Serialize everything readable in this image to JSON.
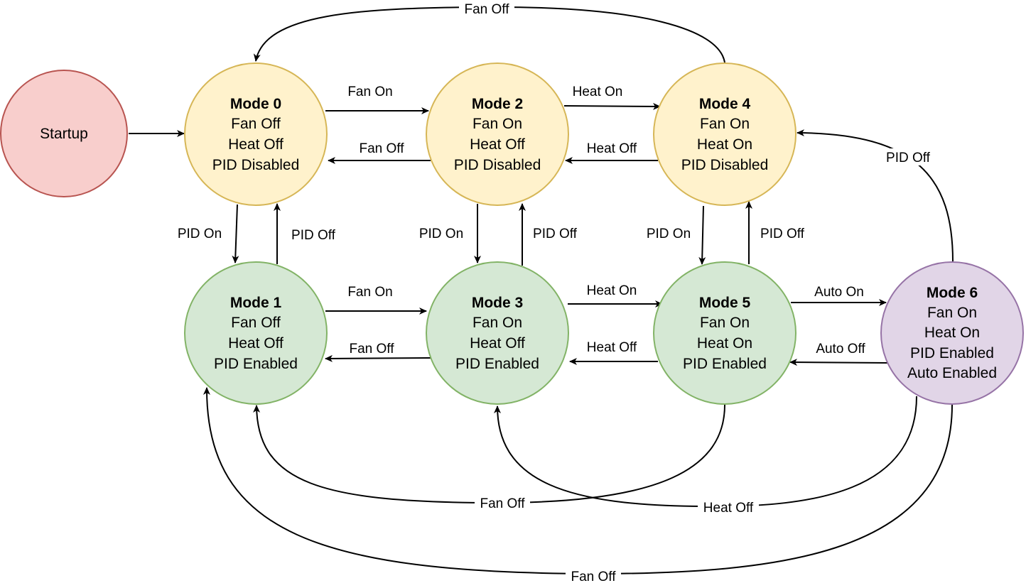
{
  "colors": {
    "startup_fill": "#f8cecc",
    "startup_stroke": "#b85450",
    "disabled_fill": "#fff2cc",
    "disabled_stroke": "#d6b656",
    "enabled_fill": "#d5e8d4",
    "enabled_stroke": "#82b366",
    "auto_fill": "#e1d5e7",
    "auto_stroke": "#9673a6",
    "edge": "#000000"
  },
  "nodes": {
    "startup": {
      "lines": [
        "Startup"
      ]
    },
    "mode0": {
      "title": "Mode 0",
      "lines": [
        "Fan Off",
        "Heat Off",
        "PID Disabled"
      ]
    },
    "mode2": {
      "title": "Mode 2",
      "lines": [
        "Fan On",
        "Heat Off",
        "PID Disabled"
      ]
    },
    "mode4": {
      "title": "Mode 4",
      "lines": [
        "Fan On",
        "Heat On",
        "PID Disabled"
      ]
    },
    "mode1": {
      "title": "Mode 1",
      "lines": [
        "Fan Off",
        "Heat Off",
        "PID Enabled"
      ]
    },
    "mode3": {
      "title": "Mode 3",
      "lines": [
        "Fan On",
        "Heat Off",
        "PID Enabled"
      ]
    },
    "mode5": {
      "title": "Mode 5",
      "lines": [
        "Fan On",
        "Heat On",
        "PID Enabled"
      ]
    },
    "mode6": {
      "title": "Mode 6",
      "lines": [
        "Fan On",
        "Heat On",
        "PID Enabled",
        "Auto Enabled"
      ]
    }
  },
  "edges": {
    "m0_m2": "Fan On",
    "m2_m0": "Fan Off",
    "m2_m4": "Heat On",
    "m4_m2": "Heat Off",
    "m4_m0_top": "Fan Off",
    "m0_m1": "PID On",
    "m1_m0": "PID Off",
    "m2_m3": "PID On",
    "m3_m2": "PID Off",
    "m4_m5": "PID On",
    "m5_m4": "PID Off",
    "m1_m3": "Fan On",
    "m3_m1": "Fan Off",
    "m3_m5": "Heat On",
    "m5_m3": "Heat Off",
    "m5_m6": "Auto On",
    "m6_m5": "Auto Off",
    "m6_m4": "PID Off",
    "m5_m1": "Fan Off",
    "m6_m3": "Heat Off",
    "m6_m1": "Fan Off"
  }
}
